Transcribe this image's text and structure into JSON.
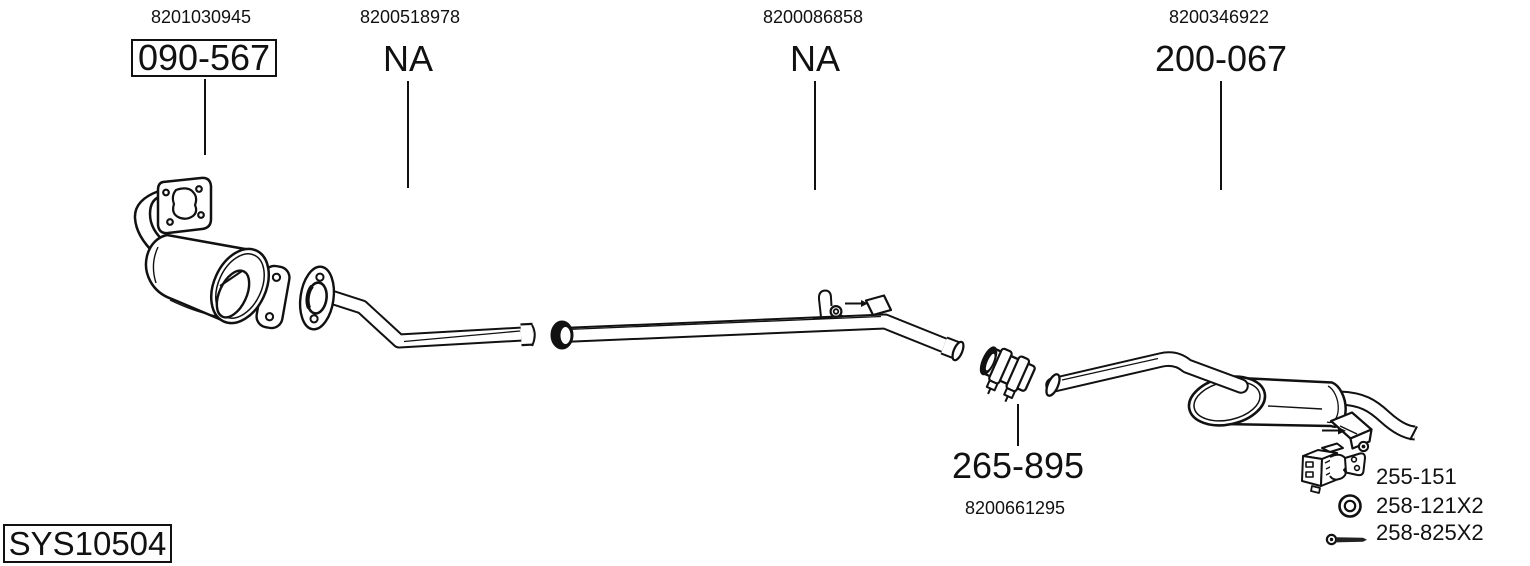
{
  "colors": {
    "background": "#ffffff",
    "ink": "#111111"
  },
  "callouts": [
    {
      "oe_ref": "8201030945",
      "code": "090-567",
      "boxed": true
    },
    {
      "oe_ref": "8200518978",
      "code": "NA",
      "boxed": false
    },
    {
      "oe_ref": "8200086858",
      "code": "NA",
      "boxed": false
    },
    {
      "oe_ref": "8200346922",
      "code": "200-067",
      "boxed": false
    }
  ],
  "clamp_callout": {
    "code": "265-895",
    "oe_ref": "8200661295"
  },
  "hardware": [
    {
      "icon": "rubber-hanger-bracket-icon",
      "code": "255-151"
    },
    {
      "icon": "ring-seal-icon",
      "code": "258-121X2"
    },
    {
      "icon": "bolt-icon",
      "code": "258-825X2"
    }
  ],
  "system_code": "SYS10504"
}
